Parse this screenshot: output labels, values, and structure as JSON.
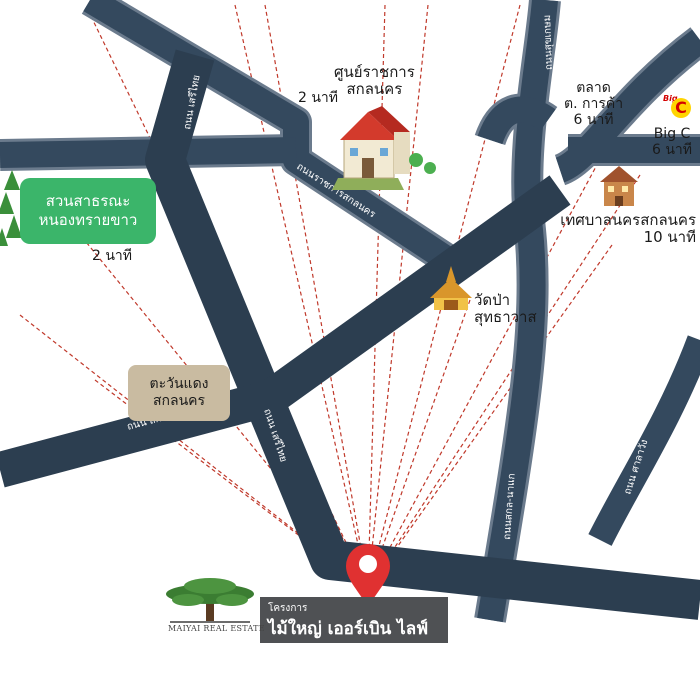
{
  "roads": {
    "seri_thai_top": "ถนน เสรีไทย",
    "ratchakan": "ถนนราชการสกลนคร",
    "sakon_kalasin": "ถนน สกล-กาฬสินธุ์",
    "seri_thai_bottom": "ถนน เสรีไทย",
    "sakon_napae": "ถนนสกล-นาแก",
    "right_vertical": "ถนนสุขเกษม",
    "far_right": "ถนน ศาลาวัง"
  },
  "landmarks": {
    "government_center": {
      "name_line1": "ศูนย์ราชการ",
      "name_line2": "สกลนคร",
      "time": "2 นาที"
    },
    "park": {
      "name_line1": "สวนสาธรณะ",
      "name_line2": "หนองทรายขาว",
      "time": "2 นาที"
    },
    "market": {
      "name_line1": "ตลาด",
      "name_line2": "ต. การค้า",
      "time": "6 นาที"
    },
    "big_c": {
      "name": "Big C",
      "time": "6 นาที",
      "logo_top": "Big",
      "logo_letter": "C"
    },
    "municipality": {
      "name": "เทศบาลนครสกลนคร",
      "time": "10 นาที"
    },
    "temple": {
      "name_line1": "วัดป่า",
      "name_line2": "สุทธาวาส"
    },
    "tawandaeng": {
      "name_line1": "ตะวันแดง",
      "name_line2": "สกลนคร"
    }
  },
  "project": {
    "prefix": "โครงการ",
    "name": "ไม้ใหญ่ เออร์เบิน ไลฟ์"
  },
  "brand": {
    "text": "MAIYAI REAL ESTATE"
  },
  "colors": {
    "road_fill": "#34495e",
    "road_outline": "#6b7b8d",
    "dashed_lines": "#c0392b",
    "pin": "#e03131",
    "park": "#3bb56a",
    "banner": "#4f5154"
  }
}
